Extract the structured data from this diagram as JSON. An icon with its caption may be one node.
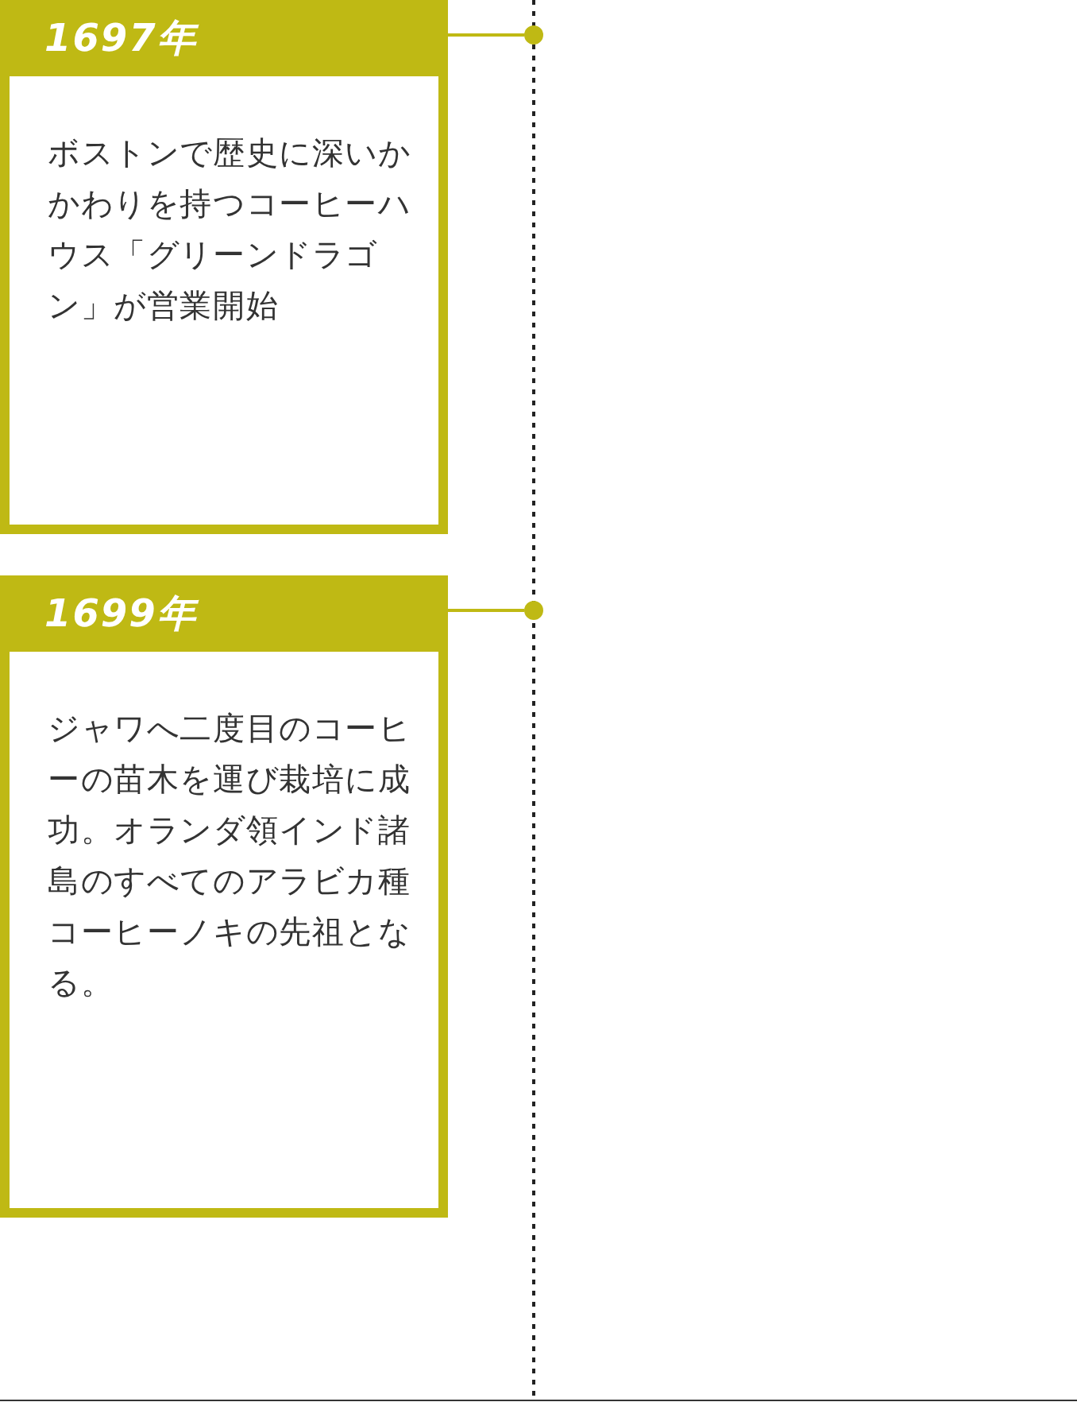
{
  "diagram": {
    "nodes": [
      {
        "text": [
          "1697年",
          "ボストンで歴史に深いかかわりを持つコーヒーハウス「グリーンドラゴン」が営業開始"
        ]
      },
      {
        "text": [
          "1699年",
          "ジャワへ二度目のコーヒーの苗木を運び栽培に成功。オランダ領インド諸島のすべてのアラビカ種コーヒーノキの先祖となる。"
        ]
      },
      {
        "text": [],
        "shape": "circle"
      },
      {
        "text": [],
        "shape": "circle"
      }
    ],
    "edges": [
      {
        "from": 0,
        "to": 2,
        "arrow": "none"
      },
      {
        "from": 1,
        "to": 3,
        "arrow": "none"
      }
    ]
  }
}
